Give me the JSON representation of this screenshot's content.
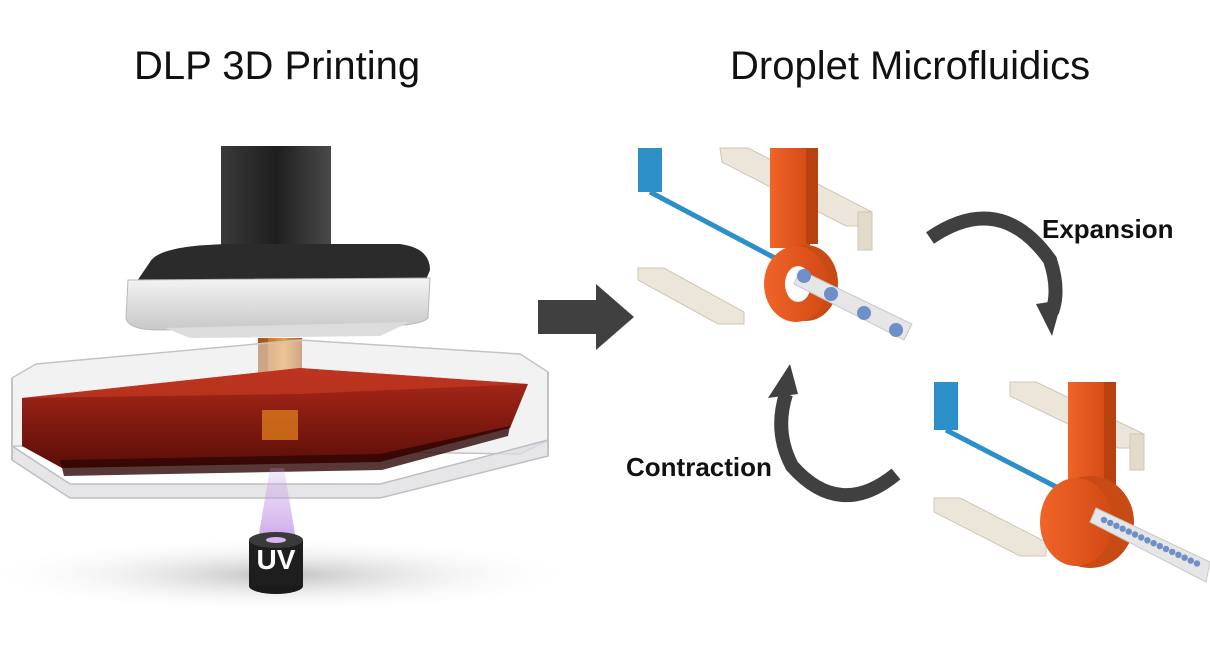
{
  "titles": {
    "left": "DLP 3D Printing",
    "right": "Droplet Microfluidics"
  },
  "labels": {
    "expansion": "Expansion",
    "contraction": "Contraction",
    "uv": "UV"
  },
  "colors": {
    "resin": "#8a1a10",
    "printed_part": "#e0801a",
    "channel_blue": "#2d8fc8",
    "nozzle_orange": "#e0521c",
    "droplet": "#6f8fc8",
    "arrow": "#404040",
    "uv_light": "#c9a0e8"
  },
  "icons": [
    "right-arrow-icon",
    "curved-arrow-icon"
  ]
}
